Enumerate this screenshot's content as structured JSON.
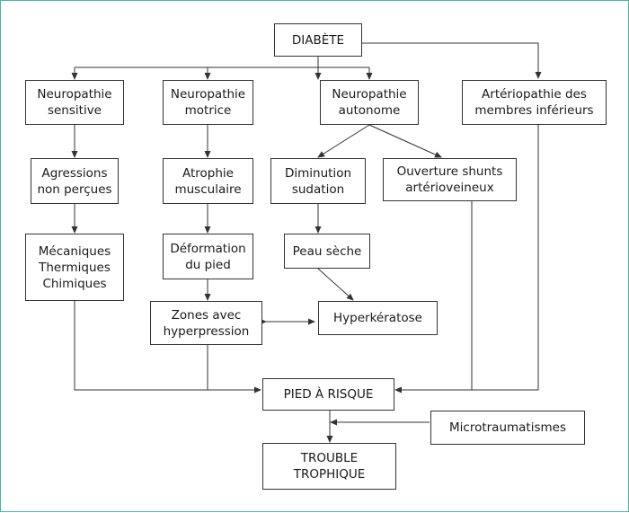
{
  "colors": {
    "frame": "#4bb3a7",
    "stroke": "#333333",
    "text": "#1a1a1a"
  },
  "nodes": {
    "diabete": "DIABÈTE",
    "neuro_sensitive": [
      "Neuropathie",
      "sensitive"
    ],
    "neuro_motrice": [
      "Neuropathie",
      "motrice"
    ],
    "neuro_autonome": [
      "Neuropathie",
      "autonome"
    ],
    "arteriopathie": [
      "Artériopathie des",
      "membres inférieurs"
    ],
    "agressions": [
      "Agressions",
      "non perçues"
    ],
    "atrophie": [
      "Atrophie",
      "musculaire"
    ],
    "diminution": [
      "Diminution",
      "sudation"
    ],
    "ouverture": [
      "Ouverture shunts",
      "artérioveineux"
    ],
    "mecaniques": [
      "Mécaniques",
      "Thermiques",
      "Chimiques"
    ],
    "deformation": [
      "Déformation",
      "du pied"
    ],
    "peau_seche": "Peau sèche",
    "zones": [
      "Zones avec",
      "hyperpression"
    ],
    "hyperkeratose": "Hyperkératose",
    "pied_risque": "PIED À RISQUE",
    "microtraumatismes": "Microtraumatismes",
    "trouble": [
      "TROUBLE",
      "TROPHIQUE"
    ]
  }
}
